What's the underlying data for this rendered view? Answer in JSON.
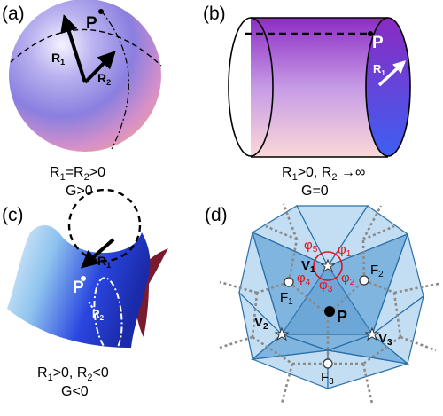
{
  "panels": {
    "a": {
      "tag": "(a)",
      "point": "P",
      "r1": "R",
      "r1_sub": "1",
      "r2": "R",
      "r2_sub": "2",
      "caption_line1": {
        "R": "R",
        "s1": "1",
        "eq": "=R",
        "s2": "2",
        "rest": ">0"
      },
      "caption_line2": "G>0"
    },
    "b": {
      "tag": "(b)",
      "point": "P",
      "r1": "R",
      "r1_sub": "1",
      "caption_line1": {
        "R": "R",
        "s1": "1",
        "mid": ">0, R",
        "s2": "2",
        "rest": " →∞"
      },
      "caption_line2": "G=0"
    },
    "c": {
      "tag": "(c)",
      "point": "P",
      "r1": "R",
      "r1_sub": "1",
      "r2": "R",
      "r2_sub": "2",
      "caption_line1": {
        "R": "R",
        "s1": "1",
        "mid": ">0, R",
        "s2": "2",
        "rest": "<0"
      },
      "caption_line2": "G<0"
    },
    "d": {
      "tag": "(d)",
      "point": "P",
      "v1": "V",
      "v1_sub": "1",
      "v2": "V",
      "v2_sub": "2",
      "v3": "V",
      "v3_sub": "3",
      "f1": "F",
      "f1_sub": "1",
      "f2": "F",
      "f2_sub": "2",
      "f3": "F",
      "f3_sub": "3",
      "phi": "φ",
      "phi1_sub": "1",
      "phi2_sub": "2",
      "phi3_sub": "3",
      "phi4_sub": "4",
      "phi5_sub": "5"
    }
  },
  "colors": {
    "mesh_fill": "#7fb5df",
    "mesh_edge": "#2a6fa8",
    "angle_red": "#e0141c",
    "dual_gray": "#8a8a8a"
  }
}
